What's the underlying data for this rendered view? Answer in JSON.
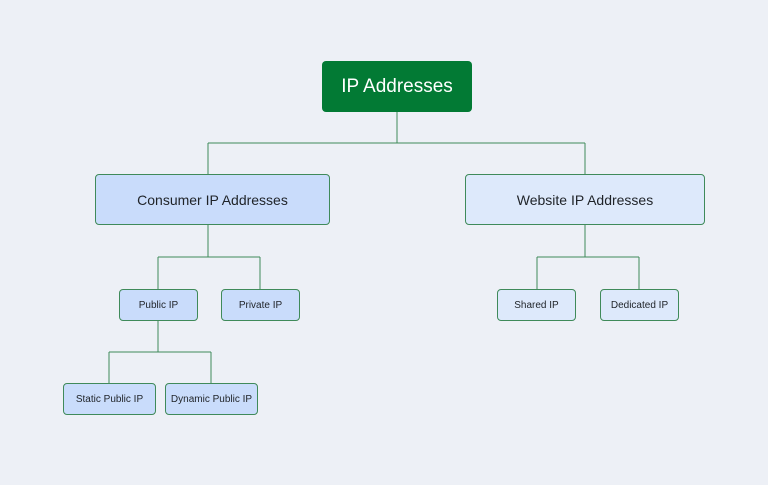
{
  "diagram": {
    "root": {
      "label": "IP Addresses"
    },
    "consumer": {
      "label": "Consumer IP Addresses",
      "children": {
        "public": {
          "label": "Public IP",
          "children": {
            "static": {
              "label": "Static Public IP"
            },
            "dynamic": {
              "label": "Dynamic Public IP"
            }
          }
        },
        "private": {
          "label": "Private IP"
        }
      }
    },
    "website": {
      "label": "Website IP Addresses",
      "children": {
        "shared": {
          "label": "Shared IP"
        },
        "dedicated": {
          "label": "Dedicated IP"
        }
      }
    }
  },
  "colors": {
    "background": "#edf0f6",
    "root_fill": "#027a34",
    "node_fill_blue": "#c9dcfb",
    "node_fill_light": "#dde9fb",
    "connector": "#3f8a5a"
  }
}
